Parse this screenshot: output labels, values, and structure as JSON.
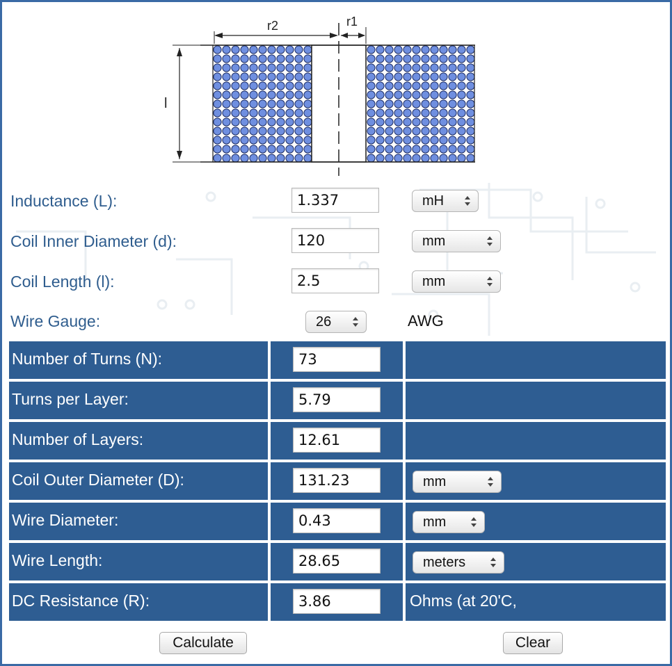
{
  "diagram": {
    "r2_label": "r2",
    "r1_label": "r1",
    "l_label": "l"
  },
  "inputs": {
    "inductance": {
      "label": "Inductance (L):",
      "value": "1.337",
      "unit": "mH"
    },
    "inner_diameter": {
      "label": "Coil Inner Diameter (d):",
      "value": "120",
      "unit": "mm"
    },
    "coil_length": {
      "label": "Coil Length (l):",
      "value": "2.5",
      "unit": "mm"
    },
    "wire_gauge": {
      "label": "Wire Gauge:",
      "value": "26",
      "unit": "AWG"
    }
  },
  "results": [
    {
      "label": "Number of Turns (N):",
      "value": "73"
    },
    {
      "label": "Turns per Layer:",
      "value": "5.79"
    },
    {
      "label": "Number of Layers:",
      "value": "12.61"
    },
    {
      "label": "Coil Outer Diameter (D):",
      "value": "131.23",
      "unit": "mm"
    },
    {
      "label": "Wire Diameter:",
      "value": "0.43",
      "unit": "mm"
    },
    {
      "label": "Wire Length:",
      "value": "28.65",
      "unit": "meters"
    },
    {
      "label": "DC Resistance (R):",
      "value": "3.86",
      "note": "Ohms (at 20'C,"
    }
  ],
  "buttons": {
    "calculate": "Calculate",
    "clear": "Clear"
  },
  "colors": {
    "header_blue": "#2e5d92",
    "label_blue": "#2f5d8e",
    "coil_blue": "#6f8fe0"
  }
}
